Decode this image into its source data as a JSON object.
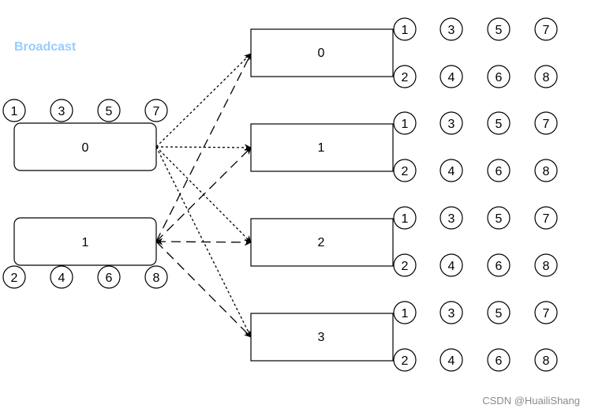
{
  "title": "Broadcast",
  "left_boxes": [
    {
      "label": "0",
      "circles_above": [
        "1",
        "3",
        "5",
        "7"
      ]
    },
    {
      "label": "1",
      "circles_below": [
        "2",
        "4",
        "6",
        "8"
      ]
    }
  ],
  "right_boxes": [
    {
      "label": "0",
      "row1": [
        "1",
        "3",
        "5",
        "7"
      ],
      "row2": [
        "2",
        "4",
        "6",
        "8"
      ]
    },
    {
      "label": "1",
      "row1": [
        "1",
        "3",
        "5",
        "7"
      ],
      "row2": [
        "2",
        "4",
        "6",
        "8"
      ]
    },
    {
      "label": "2",
      "row1": [
        "1",
        "3",
        "5",
        "7"
      ],
      "row2": [
        "2",
        "4",
        "6",
        "8"
      ]
    },
    {
      "label": "3",
      "row1": [
        "1",
        "3",
        "5",
        "7"
      ],
      "row2": [
        "2",
        "4",
        "6",
        "8"
      ]
    }
  ],
  "watermark": "CSDN @HuailiShang"
}
